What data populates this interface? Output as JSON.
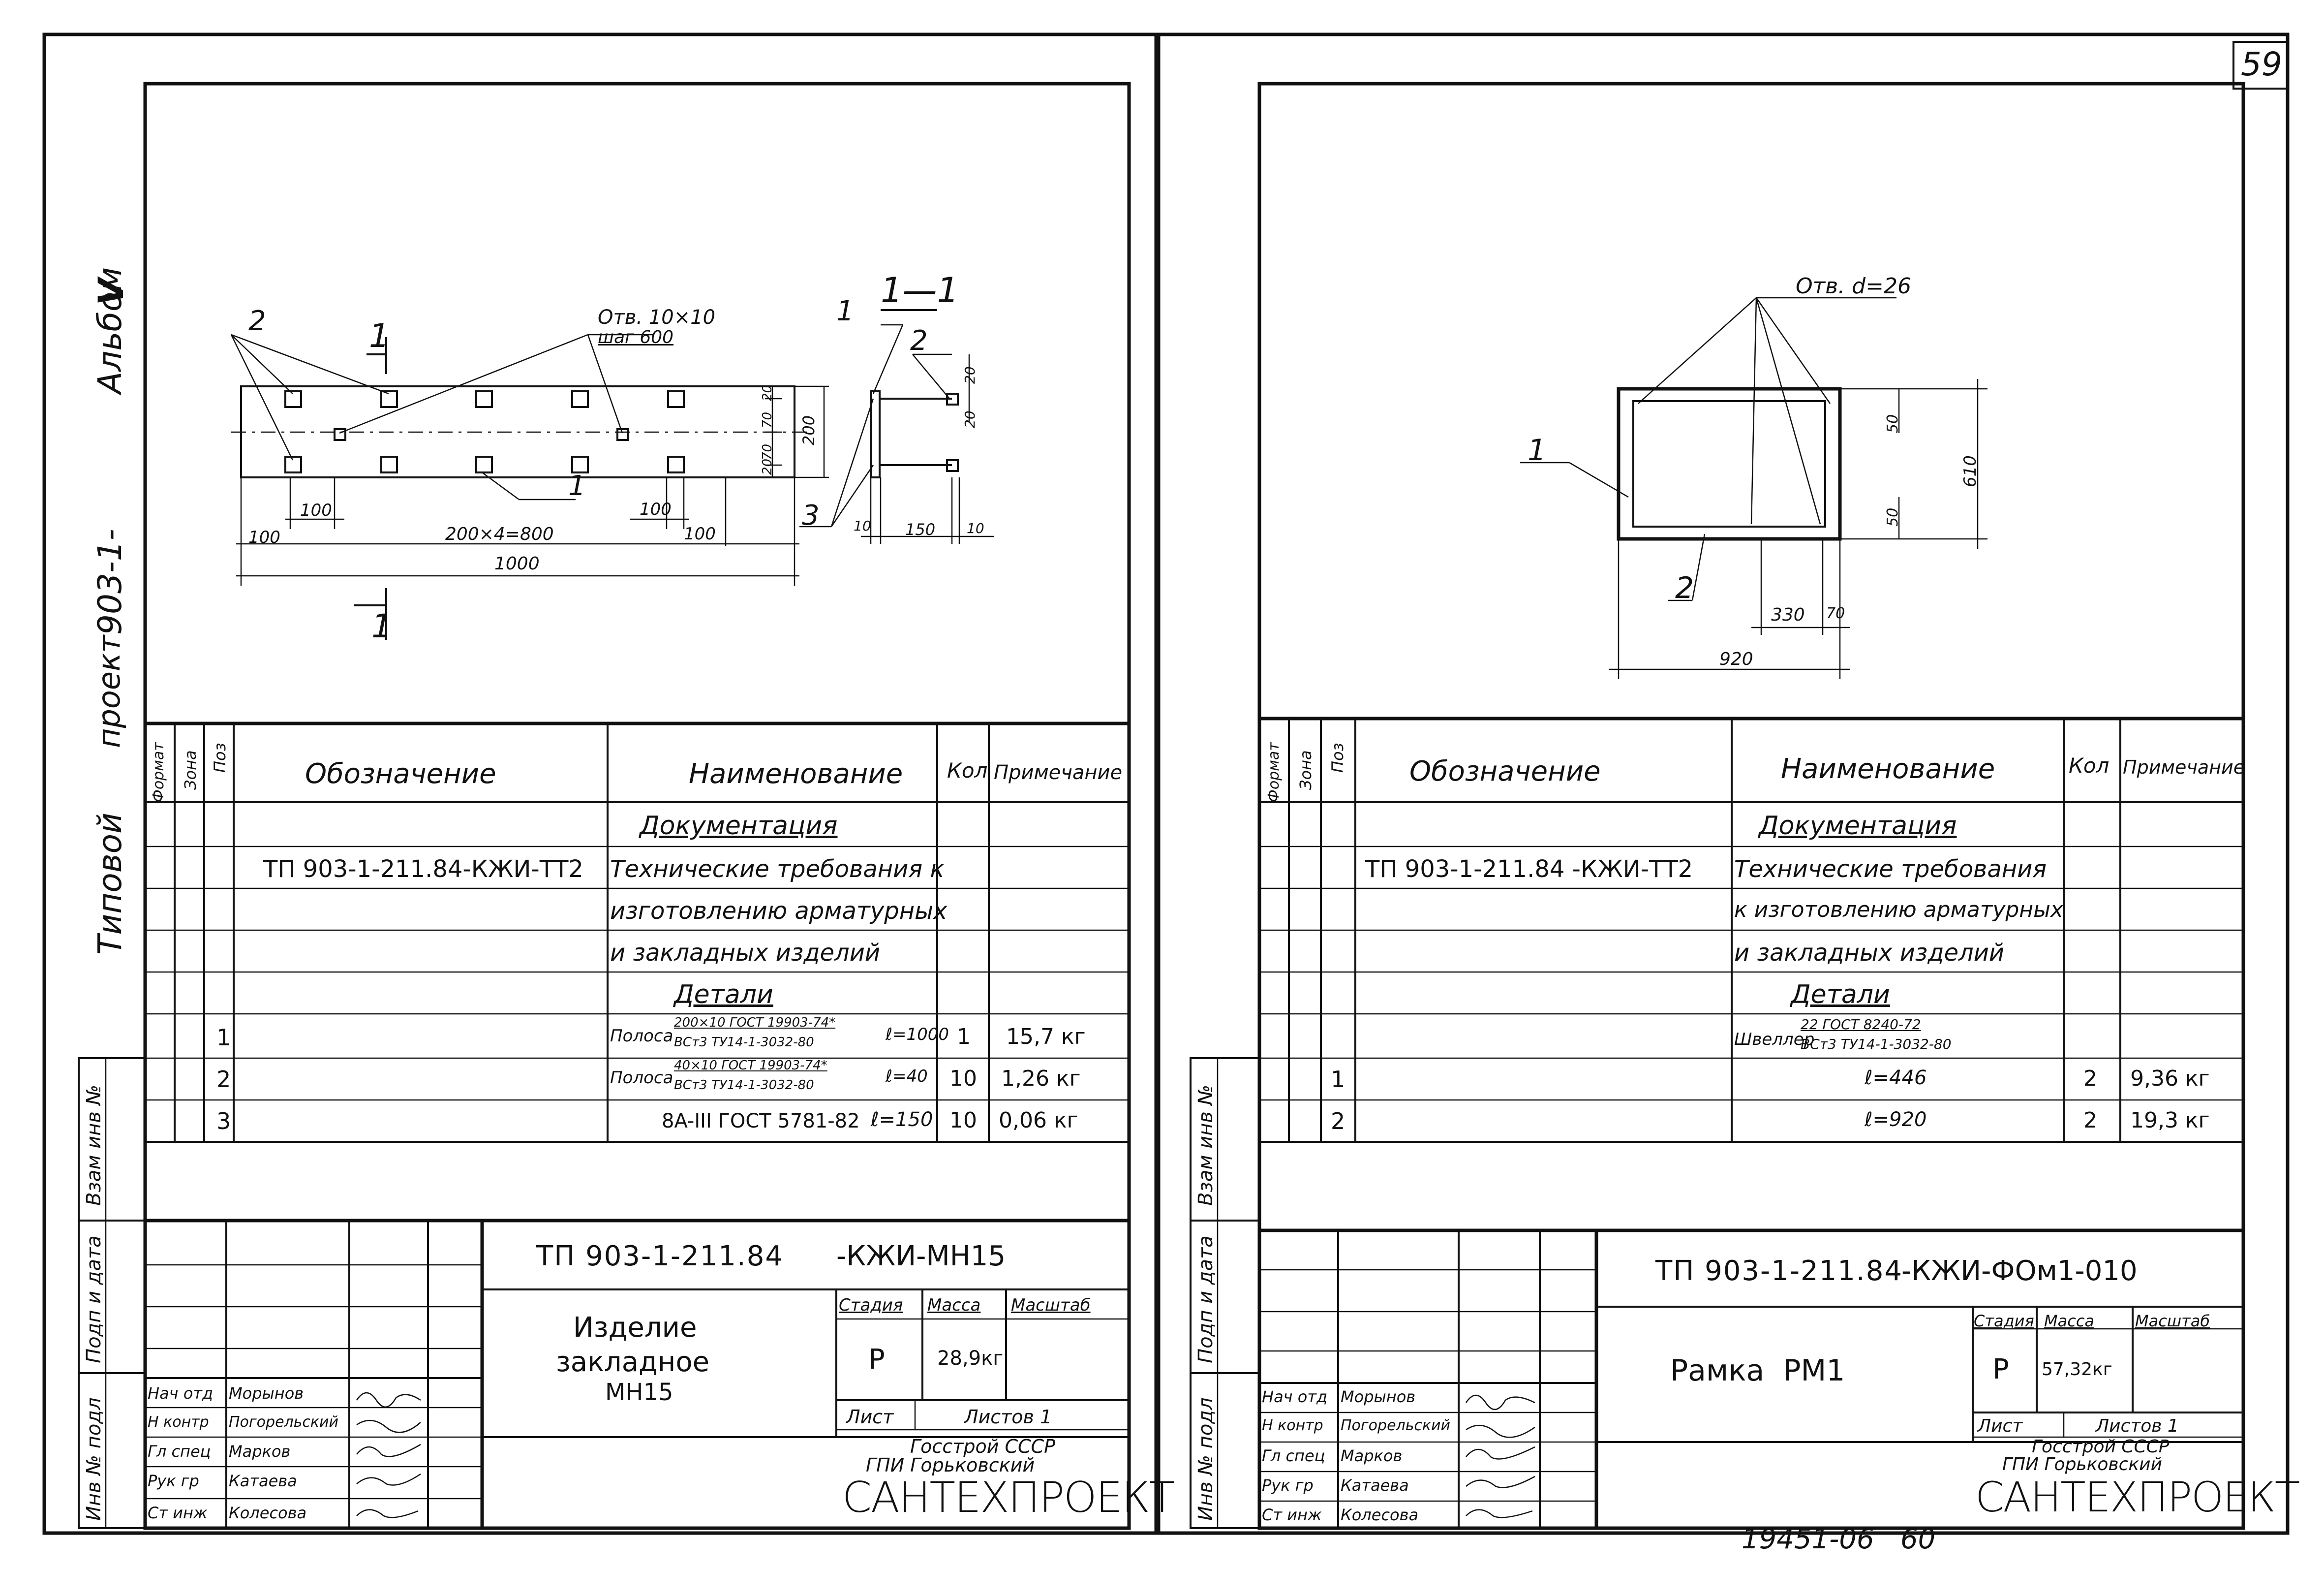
{
  "page_number": "59",
  "album_side": {
    "typical": "Типовой",
    "project": "проект",
    "project_code": "903-1-",
    "album": "Альбом",
    "album_no": "V"
  },
  "margin_labels": {
    "vzam": "Взам инв №",
    "podp": "Подп и дата",
    "inv": "Инв № подл"
  },
  "spec_headers": {
    "format": "Формат",
    "zone": "Зона",
    "pos": "Поз",
    "designation": "Обозначение",
    "name": "Наименование",
    "qty": "Кол",
    "note": "Примечание"
  },
  "left": {
    "drawing": {
      "hole_note_1": "Отв. 10×10",
      "hole_note_2": "шаг 600",
      "section_title": "1—1",
      "cut_mark": "1",
      "callouts": [
        "2",
        "1",
        "3",
        "1",
        "2"
      ],
      "dims_bottom": [
        "100",
        "100",
        "100",
        "200×4=800",
        "100",
        "100",
        "1000"
      ],
      "dims_right": [
        "20",
        "70",
        "70",
        "20",
        "200"
      ],
      "section_dims": [
        "20",
        "20",
        "10",
        "150",
        "10"
      ]
    },
    "spec": {
      "section_docs": "Документация",
      "doc_code": "ТП 903-1-211.84-КЖИ-ТТ2",
      "doc_name_lines": [
        "Технические требования к",
        "изготовлению арматурных",
        "и закладных изделий"
      ],
      "section_parts": "Детали",
      "rows": [
        {
          "pos": "1",
          "name_prefix": "Полоса",
          "name_top": "200×10  ГОСТ 19903-74*",
          "name_bot": "ВСт3    ТУ14-1-3032-80",
          "len": "ℓ=1000",
          "qty": "1",
          "note": "15,7 кг"
        },
        {
          "pos": "2",
          "name_prefix": "Полоса",
          "name_top": "40×10   ГОСТ 19903-74*",
          "name_bot": "ВСт3    ТУ14-1-3032-80",
          "len": "ℓ=40",
          "qty": "10",
          "note": "1,26 кг"
        },
        {
          "pos": "3",
          "name_prefix": "",
          "name_top": "8A-III  ГОСТ 5781-82",
          "name_bot": "",
          "len": "ℓ=150",
          "qty": "10",
          "note": "0,06 кг"
        }
      ]
    },
    "title_block": {
      "code": "ТП 903-1-211.84",
      "code_suffix": "-КЖИ-МН15",
      "item_lines": [
        "Изделие",
        "закладное",
        "МН15"
      ],
      "stage_label": "Стадия",
      "mass_label": "Масса",
      "scale_label": "Масштаб",
      "stage": "Р",
      "mass": "28,9кг",
      "sheet_label": "Лист",
      "sheets_label": "Листов 1",
      "org_1": "Госстрой СССР",
      "org_2": "ГПИ Горьковский",
      "org_3": "САНТЕХПРОЕКТ",
      "staff": [
        {
          "role": "Нач отд",
          "name": "Морынов"
        },
        {
          "role": "Н контр",
          "name": "Погорельский"
        },
        {
          "role": "Гл спец",
          "name": "Марков"
        },
        {
          "role": "Рук гр",
          "name": "Катаева"
        },
        {
          "role": "Ст инж",
          "name": "Колесова"
        }
      ]
    }
  },
  "right": {
    "drawing": {
      "hole_note": "Отв. d=26",
      "callouts": [
        "1",
        "2"
      ],
      "dims": [
        "50",
        "50",
        "610",
        "330",
        "70",
        "920"
      ]
    },
    "spec": {
      "section_docs": "Документация",
      "doc_code": "ТП 903-1-211.84 -КЖИ-ТТ2",
      "doc_name_lines": [
        "Технические требования",
        "к изготовлению арматурных",
        "и закладных изделий"
      ],
      "section_parts": "Детали",
      "channel_prefix": "Швеллер",
      "channel_top": "22     ГОСТ 8240-72",
      "channel_bot": "ВСт3   ТУ14-1-3032-80",
      "rows": [
        {
          "pos": "1",
          "len": "ℓ=446",
          "qty": "2",
          "note": "9,36 кг"
        },
        {
          "pos": "2",
          "len": "ℓ=920",
          "qty": "2",
          "note": "19,3 кг"
        }
      ]
    },
    "title_block": {
      "code": "ТП 903-1-211.84",
      "code_suffix": "-КЖИ-ФОм1-010",
      "item": "Рамка  РМ1",
      "stage_label": "Стадия",
      "mass_label": "Масса",
      "scale_label": "Масштаб",
      "stage": "Р",
      "mass": "57,32кг",
      "sheet_label": "Лист",
      "sheets_label": "Листов 1",
      "org_1": "Госстрой СССР",
      "org_2": "ГПИ Горьковский",
      "org_3": "САНТЕХПРОЕКТ",
      "staff": [
        {
          "role": "Нач отд",
          "name": "Морынов"
        },
        {
          "role": "Н контр",
          "name": "Погорельский"
        },
        {
          "role": "Гл спец",
          "name": "Марков"
        },
        {
          "role": "Рук гр",
          "name": "Катаева"
        },
        {
          "role": "Ст инж",
          "name": "Колесова"
        }
      ]
    }
  },
  "bottom_number": "19451-06   60"
}
